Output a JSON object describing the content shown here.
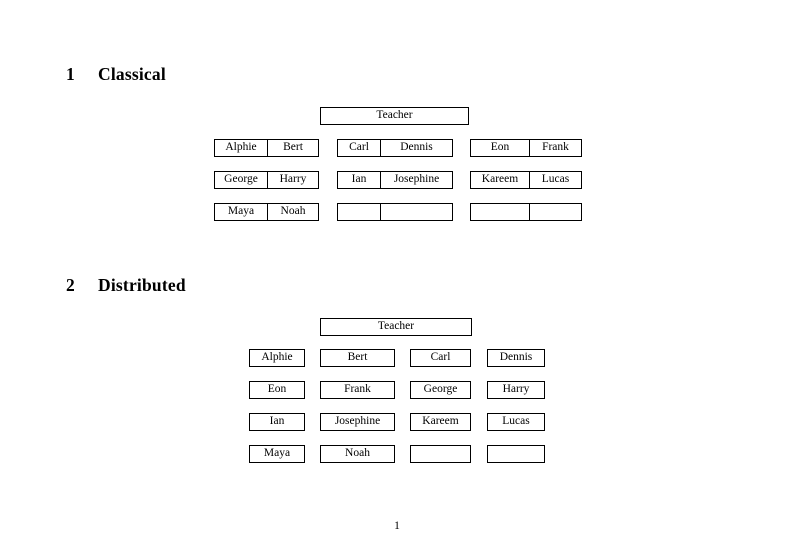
{
  "document": {
    "page_number": "1"
  },
  "sections": [
    {
      "number": "1",
      "title": "Classical",
      "teacher_label": "Teacher",
      "groups": [
        {
          "rows": [
            [
              "Alphie",
              "Bert"
            ],
            [
              "George",
              "Harry"
            ],
            [
              "Maya",
              "Noah"
            ]
          ]
        },
        {
          "rows": [
            [
              "Carl",
              "Dennis"
            ],
            [
              "Ian",
              "Josephine"
            ],
            [
              "",
              ""
            ]
          ]
        },
        {
          "rows": [
            [
              "Eon",
              "Frank"
            ],
            [
              "Kareem",
              "Lucas"
            ],
            [
              "",
              ""
            ]
          ]
        }
      ]
    },
    {
      "number": "2",
      "title": "Distributed",
      "teacher_label": "Teacher",
      "rows": [
        [
          "Alphie",
          "Bert",
          "Carl",
          "Dennis"
        ],
        [
          "Eon",
          "Frank",
          "George",
          "Harry"
        ],
        [
          "Ian",
          "Josephine",
          "Kareem",
          "Lucas"
        ],
        [
          "Maya",
          "Noah",
          "",
          ""
        ]
      ]
    }
  ],
  "colors": {
    "page_background": "#ffffff",
    "ink": "#000000",
    "box_border": "#000000"
  }
}
